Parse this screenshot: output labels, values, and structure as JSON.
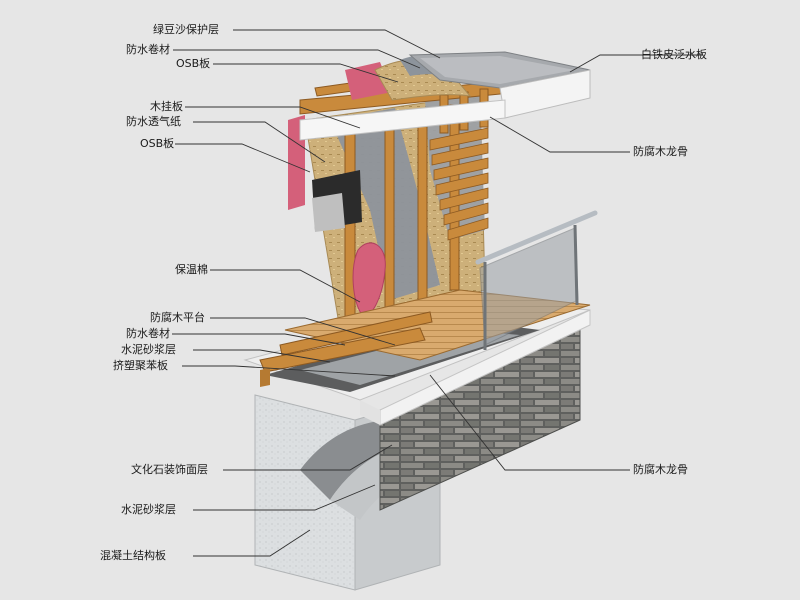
{
  "colors": {
    "background": "#e6e6e6",
    "leader": "#333333",
    "wood": "#c98a3c",
    "osb": "#cdb07a",
    "membrane": "#8d949c",
    "insulation": "#d4607a",
    "concrete": "#d9dcde",
    "stone": "#6d6e6c",
    "metal": "#b6bcc2"
  },
  "labels": {
    "green_bean_sand": "绿豆沙保护层",
    "waterproof_roll_top": "防水卷材",
    "osb_top": "OSB板",
    "white_iron_flashing": "白铁皮泛水板",
    "wood_hanging_board": "木挂板",
    "breathable_paper": "防水透气纸",
    "osb_wall": "OSB板",
    "preserved_wood_keel_top": "防腐木龙骨",
    "insulation_cotton": "保温棉",
    "preserved_wood_platform": "防腐木平台",
    "waterproof_roll_mid": "防水卷材",
    "cement_mortar_mid": "水泥砂浆层",
    "xps_board": "挤塑聚苯板",
    "culture_stone_facing": "文化石装饰面层",
    "preserved_wood_keel_bottom": "防腐木龙骨",
    "cement_mortar_bottom": "水泥砂浆层",
    "concrete_slab": "混凝土结构板"
  }
}
